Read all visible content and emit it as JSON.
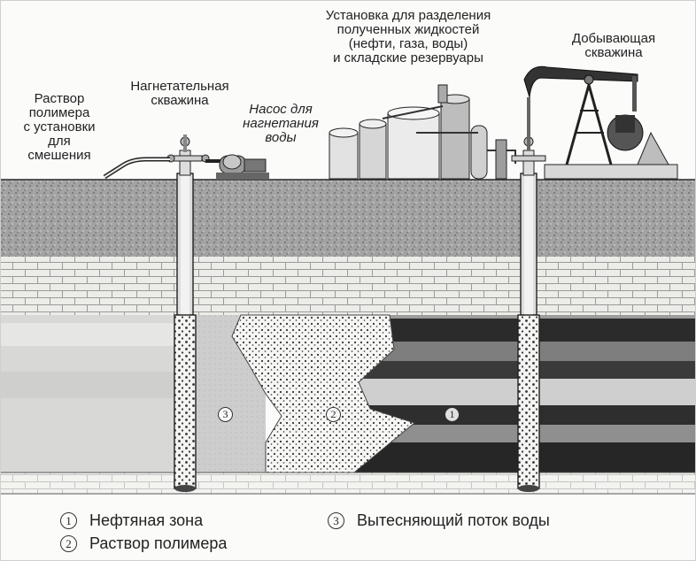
{
  "labels": {
    "polymer_source": "Раствор\nполимера\nс установки\nдля\nсмешения",
    "injection_well": "Нагнетательная\nскважина",
    "water_pump": "Насос для\nнагнетания\nводы",
    "separation_plant": "Установка для разделения\nполученных жидкостей\n(нефти, газа, воды)\nи складские резервуары",
    "production_well": "Добывающая\nскважина"
  },
  "zone_markers": [
    "3",
    "2",
    "1"
  ],
  "legend": [
    {
      "num": "1",
      "text": "Нефтяная зона"
    },
    {
      "num": "2",
      "text": "Раствор полимера"
    },
    {
      "num": "3",
      "text": "Вытесняющий поток воды"
    }
  ],
  "colors": {
    "oil": "#2b2b2b",
    "oil_light": "#8a8a8a",
    "polymer_dots": "#3a3a3a",
    "water_zone": "#c9c9c9",
    "soil": "#9b9b9b",
    "brick": "#e6e6e2",
    "line": "#222222"
  }
}
